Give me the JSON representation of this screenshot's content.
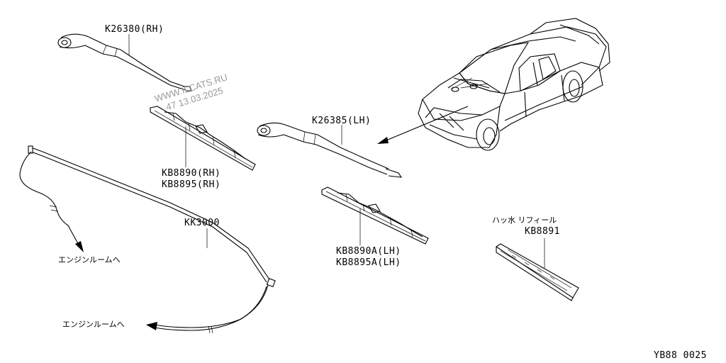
{
  "labels": {
    "arm_rh": "K26380(RH)",
    "arm_lh": "K26385(LH)",
    "blade_rh_1": "KB8890(RH)",
    "blade_rh_2": "KB8895(RH)",
    "hose": "KK3000",
    "blade_lh_1": "KB8890A(LH)",
    "blade_lh_2": "KB8895A(LH)",
    "refill_caption": "ハッ水 リフィール",
    "refill": "KB8891",
    "to_engine_1": "エンジンルームへ",
    "to_engine_2": "エンジンルームへ",
    "diagram_code": "YB88 0025"
  },
  "watermark": {
    "line1": "WWW.ILCATS.RU",
    "line2": "47 13.03.2025"
  }
}
